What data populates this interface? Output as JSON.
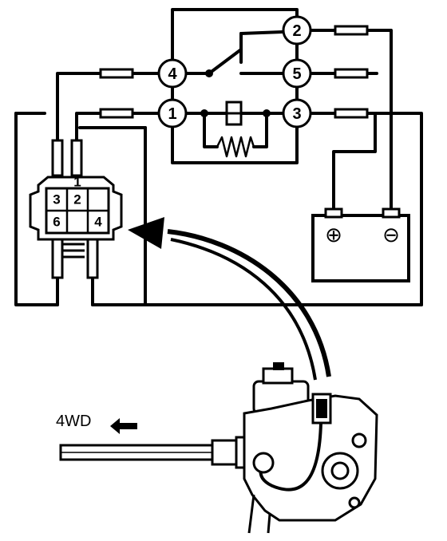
{
  "nodes": [
    "1",
    "2",
    "3",
    "4",
    "5"
  ],
  "connector_pins": [
    "1",
    "2",
    "3",
    "4",
    "6"
  ],
  "battery": {
    "positive": "⊕",
    "negative": "⊖"
  },
  "direction": {
    "label": "4WD"
  }
}
